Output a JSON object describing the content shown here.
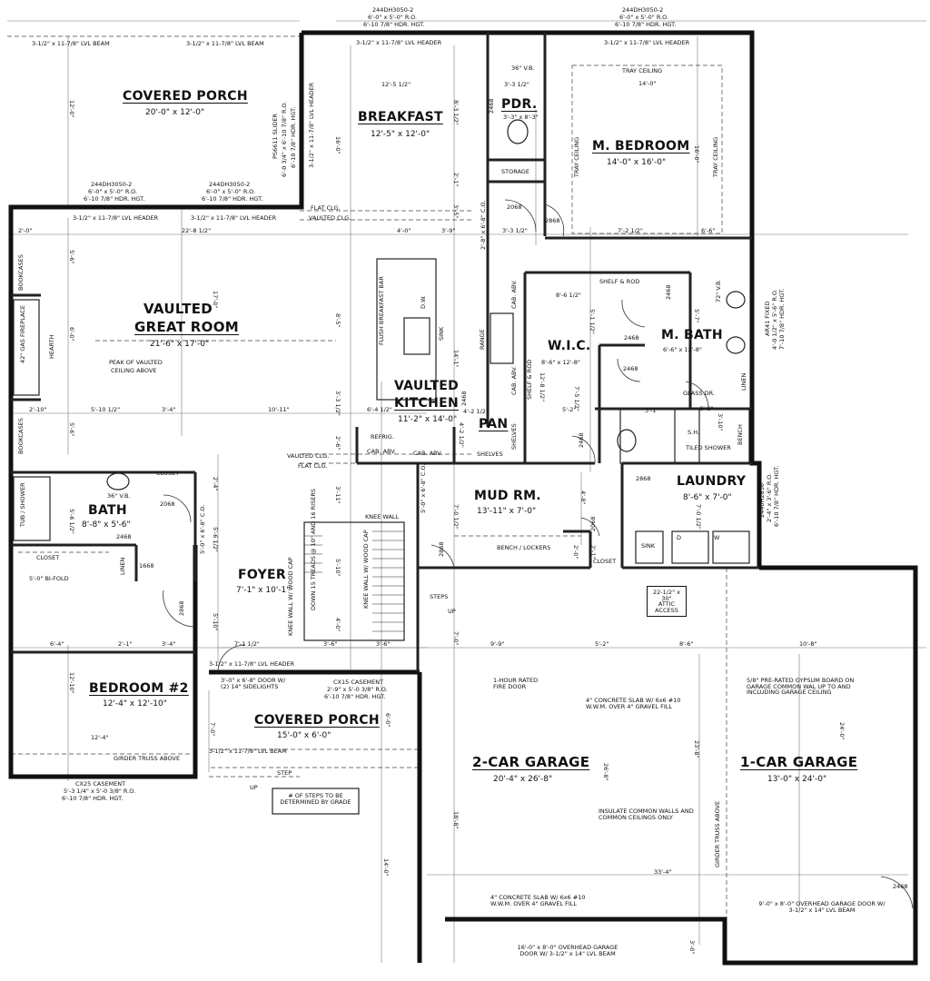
{
  "rooms": {
    "covered_porch_rear": {
      "name": "COVERED PORCH",
      "size": "20'-0\" x 12'-0\""
    },
    "breakfast": {
      "name": "BREAKFAST",
      "size": "12'-5\" x 12'-0\""
    },
    "pdr": {
      "name": "PDR.",
      "size": "3'-3\" x 8'-3\""
    },
    "m_bedroom": {
      "name": "M. BEDROOM",
      "size": "14'-0\" x 16'-0\""
    },
    "great_room": {
      "name": "VAULTED GREAT ROOM",
      "line1": "VAULTED",
      "line2": "GREAT ROOM",
      "size": "21'-6\" x 17'-0\""
    },
    "kitchen": {
      "line1": "VAULTED",
      "line2": "KITCHEN",
      "size": "11'-2\" x 14'-0\""
    },
    "wic": {
      "name": "W.I.C.",
      "size": "8'-6\" x 12'-8\""
    },
    "m_bath": {
      "name": "M. BATH",
      "size": "6'-6\" x 12'-8\""
    },
    "pan": {
      "name": "PAN"
    },
    "laundry": {
      "name": "LAUNDRY",
      "size": "8'-6\" x 7'-0\""
    },
    "bath": {
      "name": "BATH",
      "size": "8'-8\" x 5'-6\""
    },
    "mud_rm": {
      "name": "MUD RM.",
      "size": "13'-11\" x 7'-0\""
    },
    "foyer": {
      "name": "FOYER",
      "size": "7'-1\" x 10'-1\""
    },
    "bedroom2": {
      "name": "BEDROOM #2",
      "size": "12'-4\" x 12'-10\""
    },
    "covered_porch_front": {
      "name": "COVERED PORCH",
      "size": "15'-0\" x 6'-0\""
    },
    "garage2": {
      "name": "2-CAR GARAGE",
      "size": "20'-4\" x 26'-8\""
    },
    "garage1": {
      "name": "1-CAR GARAGE",
      "size": "13'-0\" x 24'-0\""
    }
  },
  "notes": {
    "beam_left_1": "3-1/2\" x 11-7/8\" LVL BEAM",
    "beam_left_2": "3-1/2\" x 11-7/8\" LVL BEAM",
    "header_breakfast": "3-1/2\" x 11-7/8\" LVL HEADER",
    "header_mbed": "3-1/2\" x 11-7/8\" LVL HEADER",
    "window_breakfast": "244DH3050-2",
    "window_breakfast_ro": "6'-0\" x 5'-0\" R.O.",
    "window_breakfast_hgt": "6'-10 7/8\" HDR. HGT.",
    "window_mbed": "244DH3050-2",
    "window_mbed_ro": "6'-0\" x 5'-0\" R.O.",
    "window_mbed_hgt": "6'-10 7/8\" HDR. HGT.",
    "window_gr1": "244DH3050-2",
    "window_gr1_ro": "6'-0\" x 5'-0\" R.O.",
    "window_gr1_hgt": "6'-10 7/8\" HDR. HGT.",
    "window_gr2": "244DH3050-2",
    "window_gr2_ro": "6'-0\" x 5'-0\" R.O.",
    "window_gr2_hgt": "6'-10 7/8\" HDR. HGT.",
    "header_gr1": "3-1/2\" x 11-7/8\" LVL HEADER",
    "header_gr2": "3-1/2\" x 11-7/8\" LVL HEADER",
    "slider": "PS6611 SLIDER",
    "slider_ro": "6'-0 3/4\" x 6'-10 7/8\" R.O.",
    "slider_hgt": "6'-10 7/8\" HDR. HGT.",
    "slider_header": "3-1/2\" x 11-7/8\" LVL HEADER",
    "tray_ceiling": "TRAY CEILING",
    "flat_clg": "FLAT CLG.",
    "vaulted_clg": "VAULTED CLG.",
    "peak": "PEAK OF VAULTED",
    "peak2": "CEILING ABOVE",
    "bookcases": "BOOKCASES",
    "fireplace": "42\" GAS FIREPLACE",
    "hearth": "HEARTH",
    "flush_bar": "FLUSH BREAKFAST BAR",
    "dw": "D.W.",
    "sink": "SINK",
    "range": "RANGE",
    "cab_abv": "CAB. ABV.",
    "refrig": "REFRIG.",
    "shelves": "SHELVES",
    "shelf_rod": "SHELF & ROD",
    "storage": "STORAGE",
    "vb36": "36\" V.B.",
    "vb72": "72\" V.B.",
    "linen": "LINEN",
    "glass_dr": "GLASS DR.",
    "tiled_shower": "TILED SHOWER",
    "bench": "BENCH",
    "sh": "S.H.",
    "closet": "CLOSET",
    "bi_fold": "5'-0\" BI-FOLD",
    "tub_shower": "TUB / SHOWER",
    "knee_wall": "KNEE WALL",
    "knee_wall_cap": "KNEE WALL W/ WOOD CAP",
    "stair_note": "DOWN 15 TREADS @ 10\" AND 16 RISERS",
    "steps": "STEPS",
    "up": "UP",
    "bench_lockers": "BENCH / LOCKERS",
    "attic": "22-1/2\" x 30\" ATTIC ACCESS",
    "fire_door": "1-HOUR RATED FIRE DOOR",
    "gypsum": "5/8\" PRE-RATED GYPSUM BOARD ON GARAGE COMMON WAL UP TO AND INCLUDING GARAGE CEILING",
    "slab1": "4\" CONCRETE SLAB W/ 6x6 #10 W.W.M. OVER 4\" GRAVEL FILL",
    "slab2": "4\" CONCRETE SLAB W/ 6x6 #10 W.W.M. OVER 4\" GRAVEL FILL",
    "insulate": "INSULATE COMMON WALLS AND COMMON CEILINGS ONLY",
    "garage_door_2": "16'-0\" x 8'-0\" OVERHEAD GARAGE DOOR W/ 3-1/2\" x 14\" LVL BEAM",
    "garage_door_1": "9'-0\" x 8'-0\" OVERHEAD GARAGE DOOR W/ 3-1/2\" x 14\" LVL BEAM",
    "girder_truss": "GIRDER TRUSS ABOVE",
    "girder_truss_v": "GIRDER TRUSS ABOVE",
    "front_door": "3'-0\" x 6'-8\" DOOR W/ (2) 14\" SIDELIGHTS",
    "front_header": "3-1/2\" x 11-7/8\" LVL HEADER",
    "front_beam": "3-1/2\" x 11-7/8\" LVL BEAM",
    "casement": "CX15 CASEMENT",
    "casement_ro": "2'-9\" x 5'-0 3/8\" R.O.",
    "casement_hgt": "6'-10 7/8\" HDR. HGT.",
    "casement_bed": "CX25 CASEMENT",
    "casement_bed_ro": "5'-3 1/4\" x 5'-0 3/8\" R.O.",
    "casement_bed_hgt": "6'-10 7/8\" HDR. HGT.",
    "step": "STEP",
    "steps_grade": "# OF STEPS TO BE DETERMINED BY GRADE",
    "mbath_window": "AR41 FIXED",
    "mbath_window_ro": "4'-0 1/2\" x 5'-6\" R.O.",
    "mbath_window_hgt": "7'-10 7/8\" HDR. HGT.",
    "laundry_window": "2440H2836",
    "laundry_window_ro": "2'-4\" x 3'-6\" R.O.",
    "laundry_window_hgt": "6'-10 7/8\" HDR. HGT.",
    "door_2468": "2468",
    "door_2068": "2068",
    "door_2868": "2868",
    "door_1668": "1668",
    "d_label": "D",
    "w_label": "W",
    "sink_label": "SINK",
    "co": "5'-0\" x 6'-8\" C.O.",
    "co2": "2'-8\" x 6'-8\" C.O."
  },
  "dims": {
    "porch_12": "12'-0\"",
    "bfast_12_5": "12'-5 1/2\"",
    "bfast_8_3": "8'-3 1/2\"",
    "bfast_16": "16'-0\"",
    "pdr_3_3": "3'-3 1/2\"",
    "mbed_14": "14'-0\"",
    "mbed_16": "16'-0\"",
    "mbed_7_2": "7'-2 1/2\"",
    "mbed_6_6": "6'-6\"",
    "gr_22_8": "22'-8 1/2\"",
    "gr_2_0": "2'-0\"",
    "gr_4_0": "4'-0\"",
    "gr_3_9": "3'-9\"",
    "gr_3_3": "3'-3 1/2\"",
    "gr_5_6": "5'-6\"",
    "gr_6_0": "6'-0\"",
    "gr_17": "17'-0\"",
    "gr_5_6b": "5'-6\"",
    "gr_2_10": "2'-10\"",
    "gr_5_10": "5'-10 1/2\"",
    "gr_3_4": "3'-4\"",
    "gr_10_11": "10'-11\"",
    "gr_8_5": "8'-5\"",
    "k_6_4": "6'-4 1/2\"",
    "k_4_2": "4'-2 1/2\"",
    "k_4_2b": "4'-2 1/2\"",
    "k_14_1": "14'-1\"",
    "k_2_1": "2'-1\"",
    "k_3_5": "3'-5\"",
    "wic_8_6": "8'-6 1/2\"",
    "wic_5_1": "5'-1 1/2\"",
    "wic_12_8": "12'-8 1/2\"",
    "wic_7_5": "7'-5 1/2\"",
    "wic_5_2": "5'-2\"",
    "mb_3_1": "3'-1\"",
    "mb_5_7": "5'-7\"",
    "mb_6_6": "6'-6\"",
    "mb_3_10": "3'-10\"",
    "lau_7_0": "7'-0 1/2\"",
    "mud_7_0": "7'-0 1/2\"",
    "mud_4_8": "4'-8\"",
    "bath_5_6": "5'-6 1/2\"",
    "foy_2_4": "2'-4\"",
    "foy_5_6": "5'-6 1/2\"",
    "foy_3_11": "3'-11\"",
    "foy_5_10": "5'-10\"",
    "foy_7_1": "7'-1 1/2\"",
    "foy_2_6": "2'-6\"",
    "st_5_10": "5'-10\"",
    "st_4_0": "4'-0\"",
    "st_3_6": "3'-6\"",
    "st_3_6b": "3'-6\"",
    "bd_6_4": "6'-4\"",
    "bd_2_1": "2'-1\"",
    "bd_3_4": "3'-4\"",
    "bd_12_10": "12'-10\"",
    "bd_12_4": "12'-4\"",
    "fp_7_0": "7'-0\"",
    "fp_6_0": "6'-0\"",
    "g_9_9": "9'-9\"",
    "g_5_2": "5'-2\"",
    "g_8_6": "8'-6\"",
    "g_10_8": "10'-8\"",
    "g_26_8": "26'-8\"",
    "g_23_8": "23'-8\"",
    "g_24": "24'-0\"",
    "g_33_4": "33'-4\"",
    "g_18_8": "18'-8\"",
    "g_14": "14'-0\"",
    "g_7_0": "7'-0\"",
    "g_3_0": "3'-0\"",
    "g_2_0": "2'-0\"",
    "g_2_1": "2'-1\""
  }
}
